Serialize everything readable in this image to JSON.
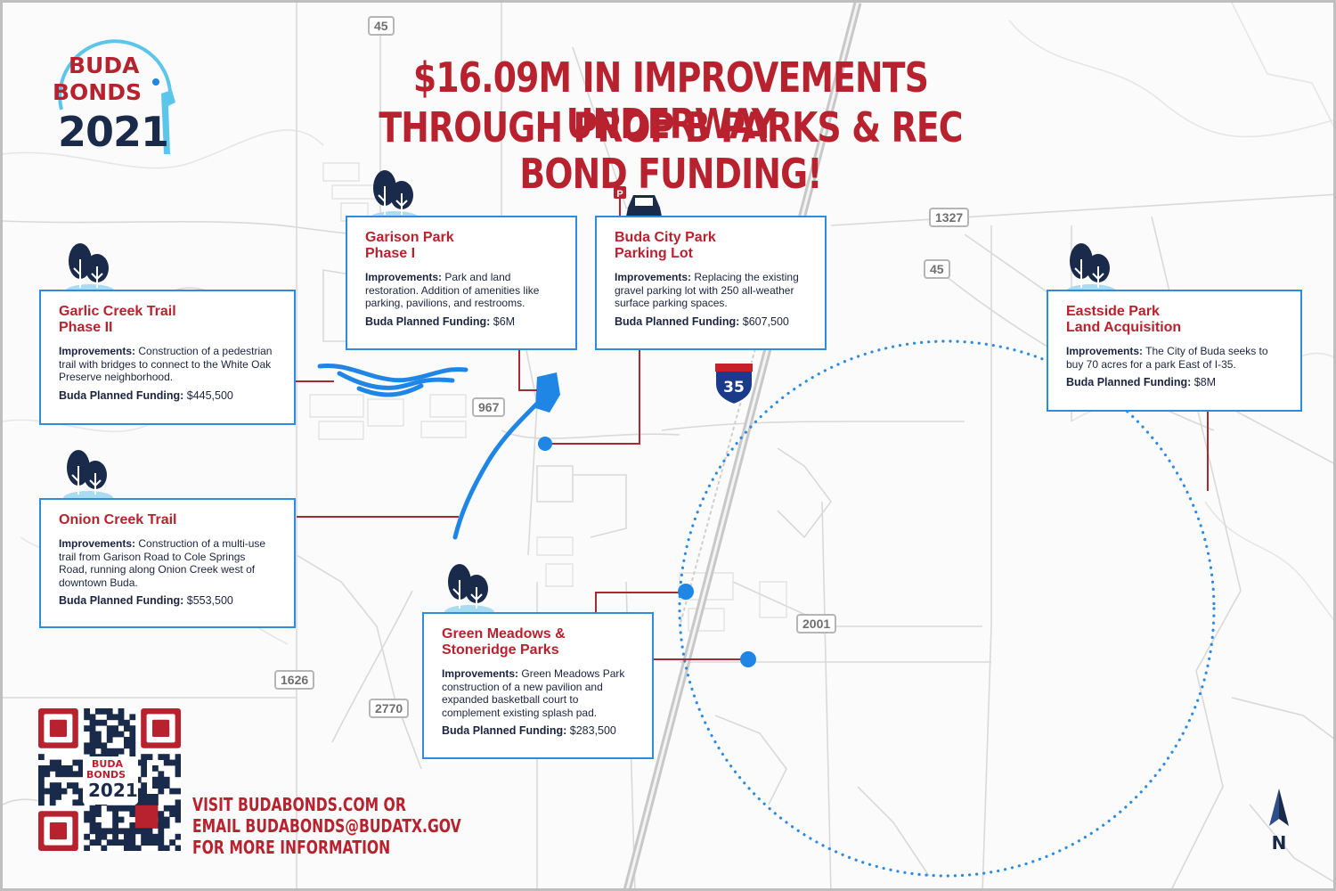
{
  "title": {
    "line1": "$16.09M IN IMPROVEMENTS UNDERWAY",
    "line2": "THROUGH PROP B PARKS & REC BOND FUNDING!"
  },
  "logo": {
    "word1": "BUDA",
    "word2": "BONDS",
    "year": "2021"
  },
  "qr_logo": {
    "word1": "BUDA",
    "word2": "BONDS",
    "year": "2021"
  },
  "roads": {
    "r45_top": "45",
    "r45_right": "45",
    "r1327": "1327",
    "r967": "967",
    "i35": "35",
    "r2001": "2001",
    "r1626": "1626",
    "r2770": "2770"
  },
  "colors": {
    "accent_red": "#b8222e",
    "navy": "#1a2a4a",
    "blue": "#2d8be0",
    "light_blue": "#a8dcf0"
  },
  "projects": {
    "garlic": {
      "title1": "Garlic Creek Trail",
      "title2": "Phase II",
      "improvements_label": "Improvements:",
      "improvements_text": " Construction of a pedestrian trail with bridges to connect to the White Oak Preserve neighborhood.",
      "funding_label": "Buda Planned Funding:",
      "funding_value": " $445,500",
      "icon": "trees-icon"
    },
    "garison": {
      "title1": "Garison Park",
      "title2": "Phase I",
      "improvements_label": "Improvements:",
      "improvements_text": " Park and land restoration. Addition of amenities like parking, pavilions, and restrooms.",
      "funding_label": "Buda Planned Funding:",
      "funding_value": " $6M",
      "icon": "trees-icon"
    },
    "citypark": {
      "title1": "Buda City Park",
      "title2": "Parking Lot",
      "improvements_label": "Improvements:",
      "improvements_text": " Replacing the existing gravel parking lot with 250 all-weather surface parking spaces.",
      "funding_label": "Buda Planned Funding:",
      "funding_value": " $607,500",
      "icon": "parking-car-icon"
    },
    "eastside": {
      "title1": "Eastside Park",
      "title2": "Land Acquisition",
      "improvements_label": "Improvements:",
      "improvements_text": " The City of Buda seeks to buy 70 acres for a park East of I-35.",
      "funding_label": "Buda Planned Funding:",
      "funding_value": " $8M",
      "icon": "trees-icon"
    },
    "onion": {
      "title1": "Onion Creek Trail",
      "improvements_label": "Improvements:",
      "improvements_text": " Construction of a multi-use trail from Garison Road to Cole Springs Road, running along Onion Creek west of downtown Buda.",
      "funding_label": "Buda Planned Funding:",
      "funding_value": " $553,500",
      "icon": "trees-icon"
    },
    "greenmeadows": {
      "title1": "Green Meadows &",
      "title2": "Stoneridge Parks",
      "improvements_label": "Improvements:",
      "improvements_text": " Green Meadows Park construction of a new pavilion and expanded basketball court to complement existing splash pad.",
      "funding_label": "Buda Planned Funding:",
      "funding_value": " $283,500",
      "icon": "trees-icon"
    }
  },
  "contact": {
    "line1": "VISIT BUDABONDS.COM OR",
    "line2": "EMAIL BUDABONDS@BUDATX.GOV",
    "line3": "FOR MORE INFORMATION"
  },
  "north": {
    "label": "N",
    "icon": "north-arrow-icon"
  }
}
